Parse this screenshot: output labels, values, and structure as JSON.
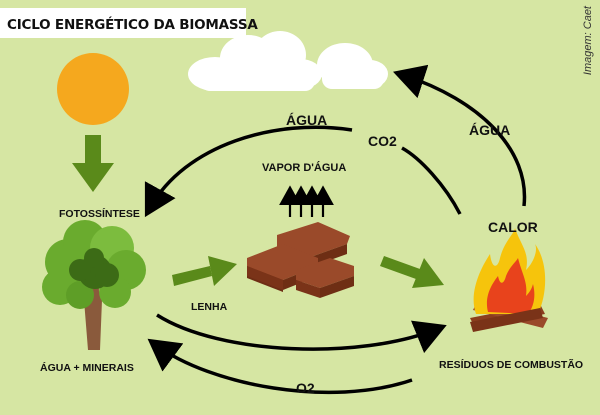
{
  "title": "CICLO ENERGÉTICO DA BIOMASSA",
  "credit": "Imagem: Caet",
  "labels": {
    "fotossintese": "FOTOSSÍNTESE",
    "agua_minerais": "ÁGUA + MINERAIS",
    "lenha": "LENHA",
    "vapor": "VAPOR D'ÁGUA",
    "agua_top": "ÁGUA",
    "co2": "CO2",
    "agua_right": "ÁGUA",
    "calor": "CALOR",
    "residuos": "RESÍDUOS DE COMBUSTÃO",
    "o2": "O2"
  },
  "icons": {
    "sun": "sun-icon",
    "cloud": "cloud-icon",
    "tree": "tree-icon",
    "wood": "firewood-icon",
    "fire": "campfire-icon"
  },
  "colors": {
    "background": "#d6e6a3",
    "green_arrow": "#5a8a1a",
    "sun": "#f5a81e",
    "wood": "#8b3d1f",
    "fire_outer": "#f6c40c",
    "fire_inner": "#e8431c"
  }
}
